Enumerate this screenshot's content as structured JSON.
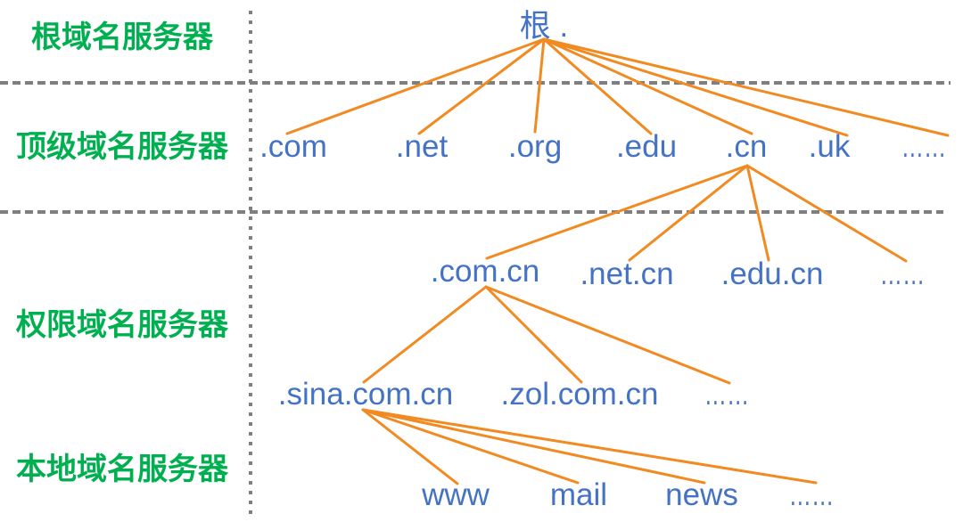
{
  "levels": [
    {
      "label": "根域名服务器"
    },
    {
      "label": "顶级域名服务器"
    },
    {
      "label": "权限域名服务器"
    },
    {
      "label": "本地域名服务器"
    }
  ],
  "tree": {
    "label": "根 .",
    "children": [
      {
        "label": ".com"
      },
      {
        "label": ".net"
      },
      {
        "label": ".org"
      },
      {
        "label": ".edu"
      },
      {
        "label": ".cn",
        "children": [
          {
            "label": ".com.cn",
            "children": [
              {
                "label": ".sina.com.cn",
                "children": [
                  {
                    "label": "www"
                  },
                  {
                    "label": "mail"
                  },
                  {
                    "label": "news"
                  },
                  {
                    "label": "……"
                  }
                ]
              },
              {
                "label": ".zol.com.cn"
              },
              {
                "label": "……"
              }
            ]
          },
          {
            "label": ".net.cn"
          },
          {
            "label": ".edu.cn"
          },
          {
            "label": "……"
          }
        ]
      },
      {
        "label": ".uk"
      },
      {
        "label": "……"
      }
    ]
  },
  "colors": {
    "level_label": "#00B050",
    "node_text": "#4472C4",
    "edge": "#F28A22",
    "divider": "#7F7F7F"
  }
}
